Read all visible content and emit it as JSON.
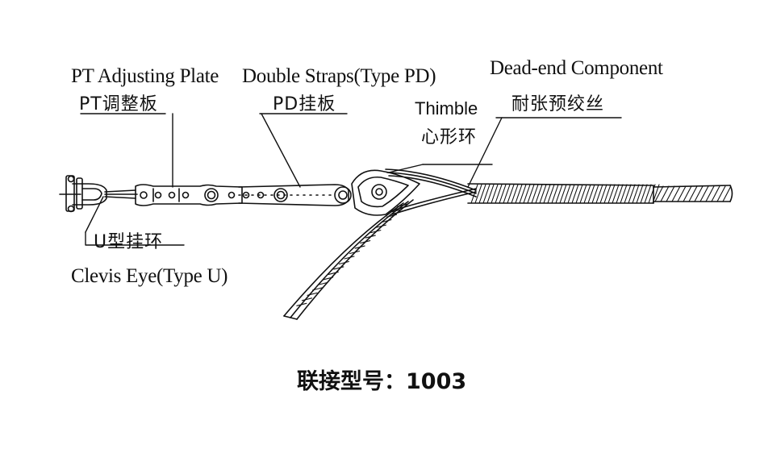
{
  "labels": {
    "pt_adjusting_plate_en": "PT Adjusting Plate",
    "pt_adjusting_plate_zh": "PT调整板",
    "double_straps_en": "Double Straps(Type PD)",
    "double_straps_zh": "PD挂板",
    "dead_end_en": "Dead-end Component",
    "dead_end_zh": "耐张预绞丝",
    "thimble_en": "Thimble",
    "thimble_zh": "心形环",
    "clevis_eye_en": "Clevis Eye(Type U)",
    "clevis_eye_zh": "U型挂环"
  },
  "caption": {
    "prefix": "联接型号：",
    "model": "1003"
  },
  "colors": {
    "ink": "#111111",
    "background": "#ffffff"
  }
}
